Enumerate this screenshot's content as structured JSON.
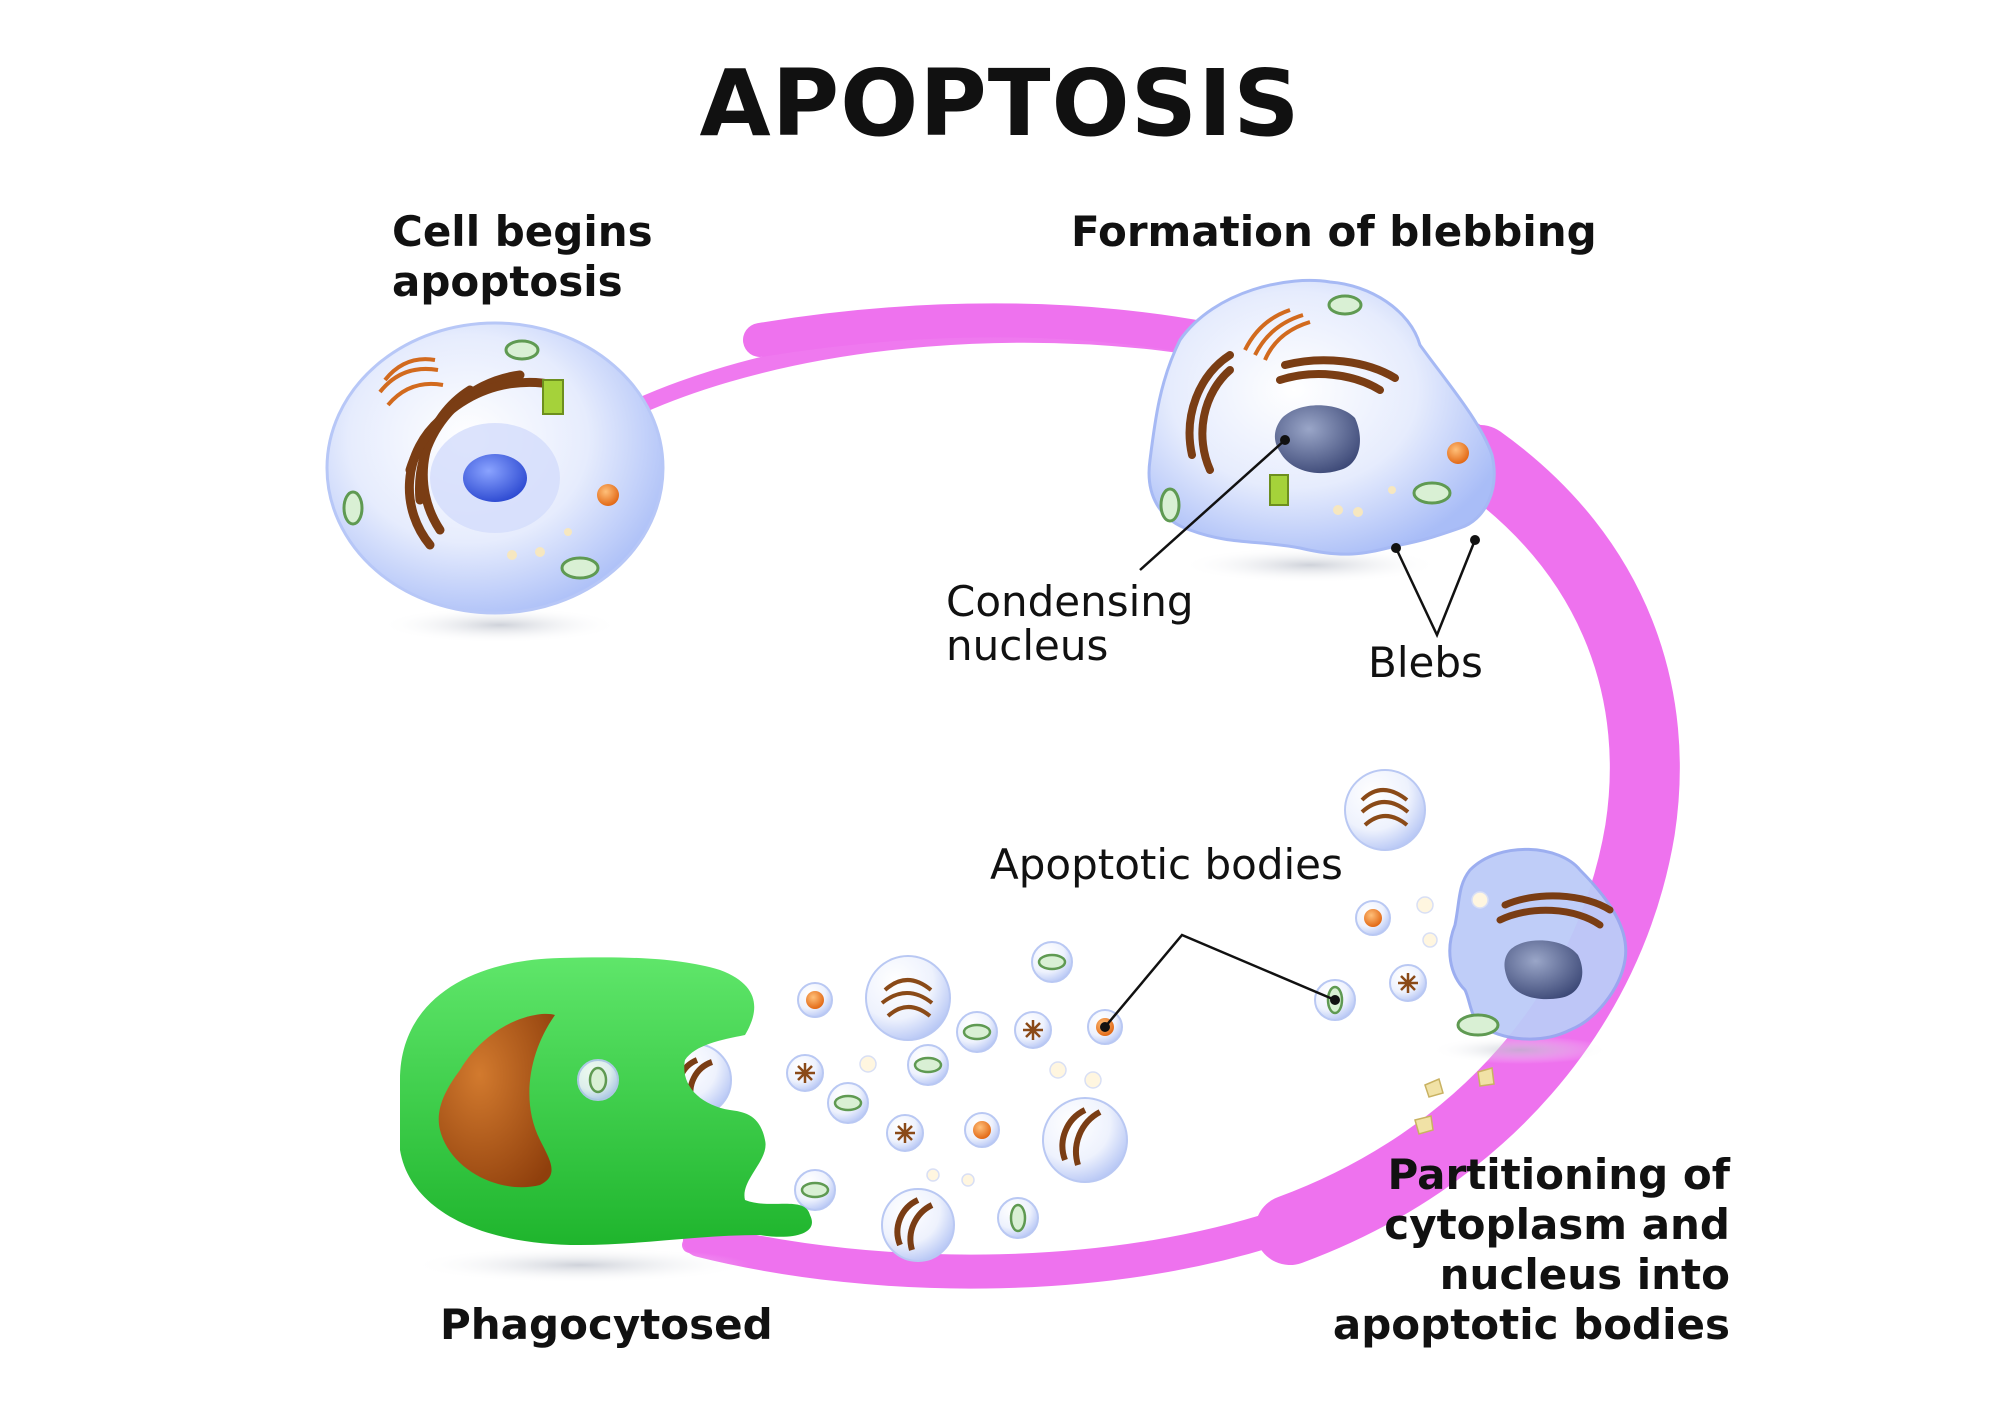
{
  "title": "APOPTOSIS",
  "stages": {
    "cell_begins": "Cell begins\napoptosis",
    "blebbing": "Formation of blebbing",
    "partitioning": "Partitioning of\ncytoplasm and\nnucleus into\napoptotic bodies",
    "phagocytosed": "Phagocytosed"
  },
  "callouts": {
    "condensing_nucleus": "Condensing\nnucleus",
    "blebs": "Blebs",
    "apoptotic_bodies": "Apoptotic bodies"
  },
  "colors": {
    "pathway_arrow": "#ee72ee",
    "cell_membrane": "#c9d6fb",
    "nucleus": "#3f63e6",
    "condensed_nucleus": "#5b6a9c",
    "endoplasmic_reticulum": "#7a3d14",
    "mitochondria": "#6ba65e",
    "lysosome": "#f0781e",
    "phagocyte": "#33d43f",
    "phagocyte_nucleus": "#b0561a"
  }
}
